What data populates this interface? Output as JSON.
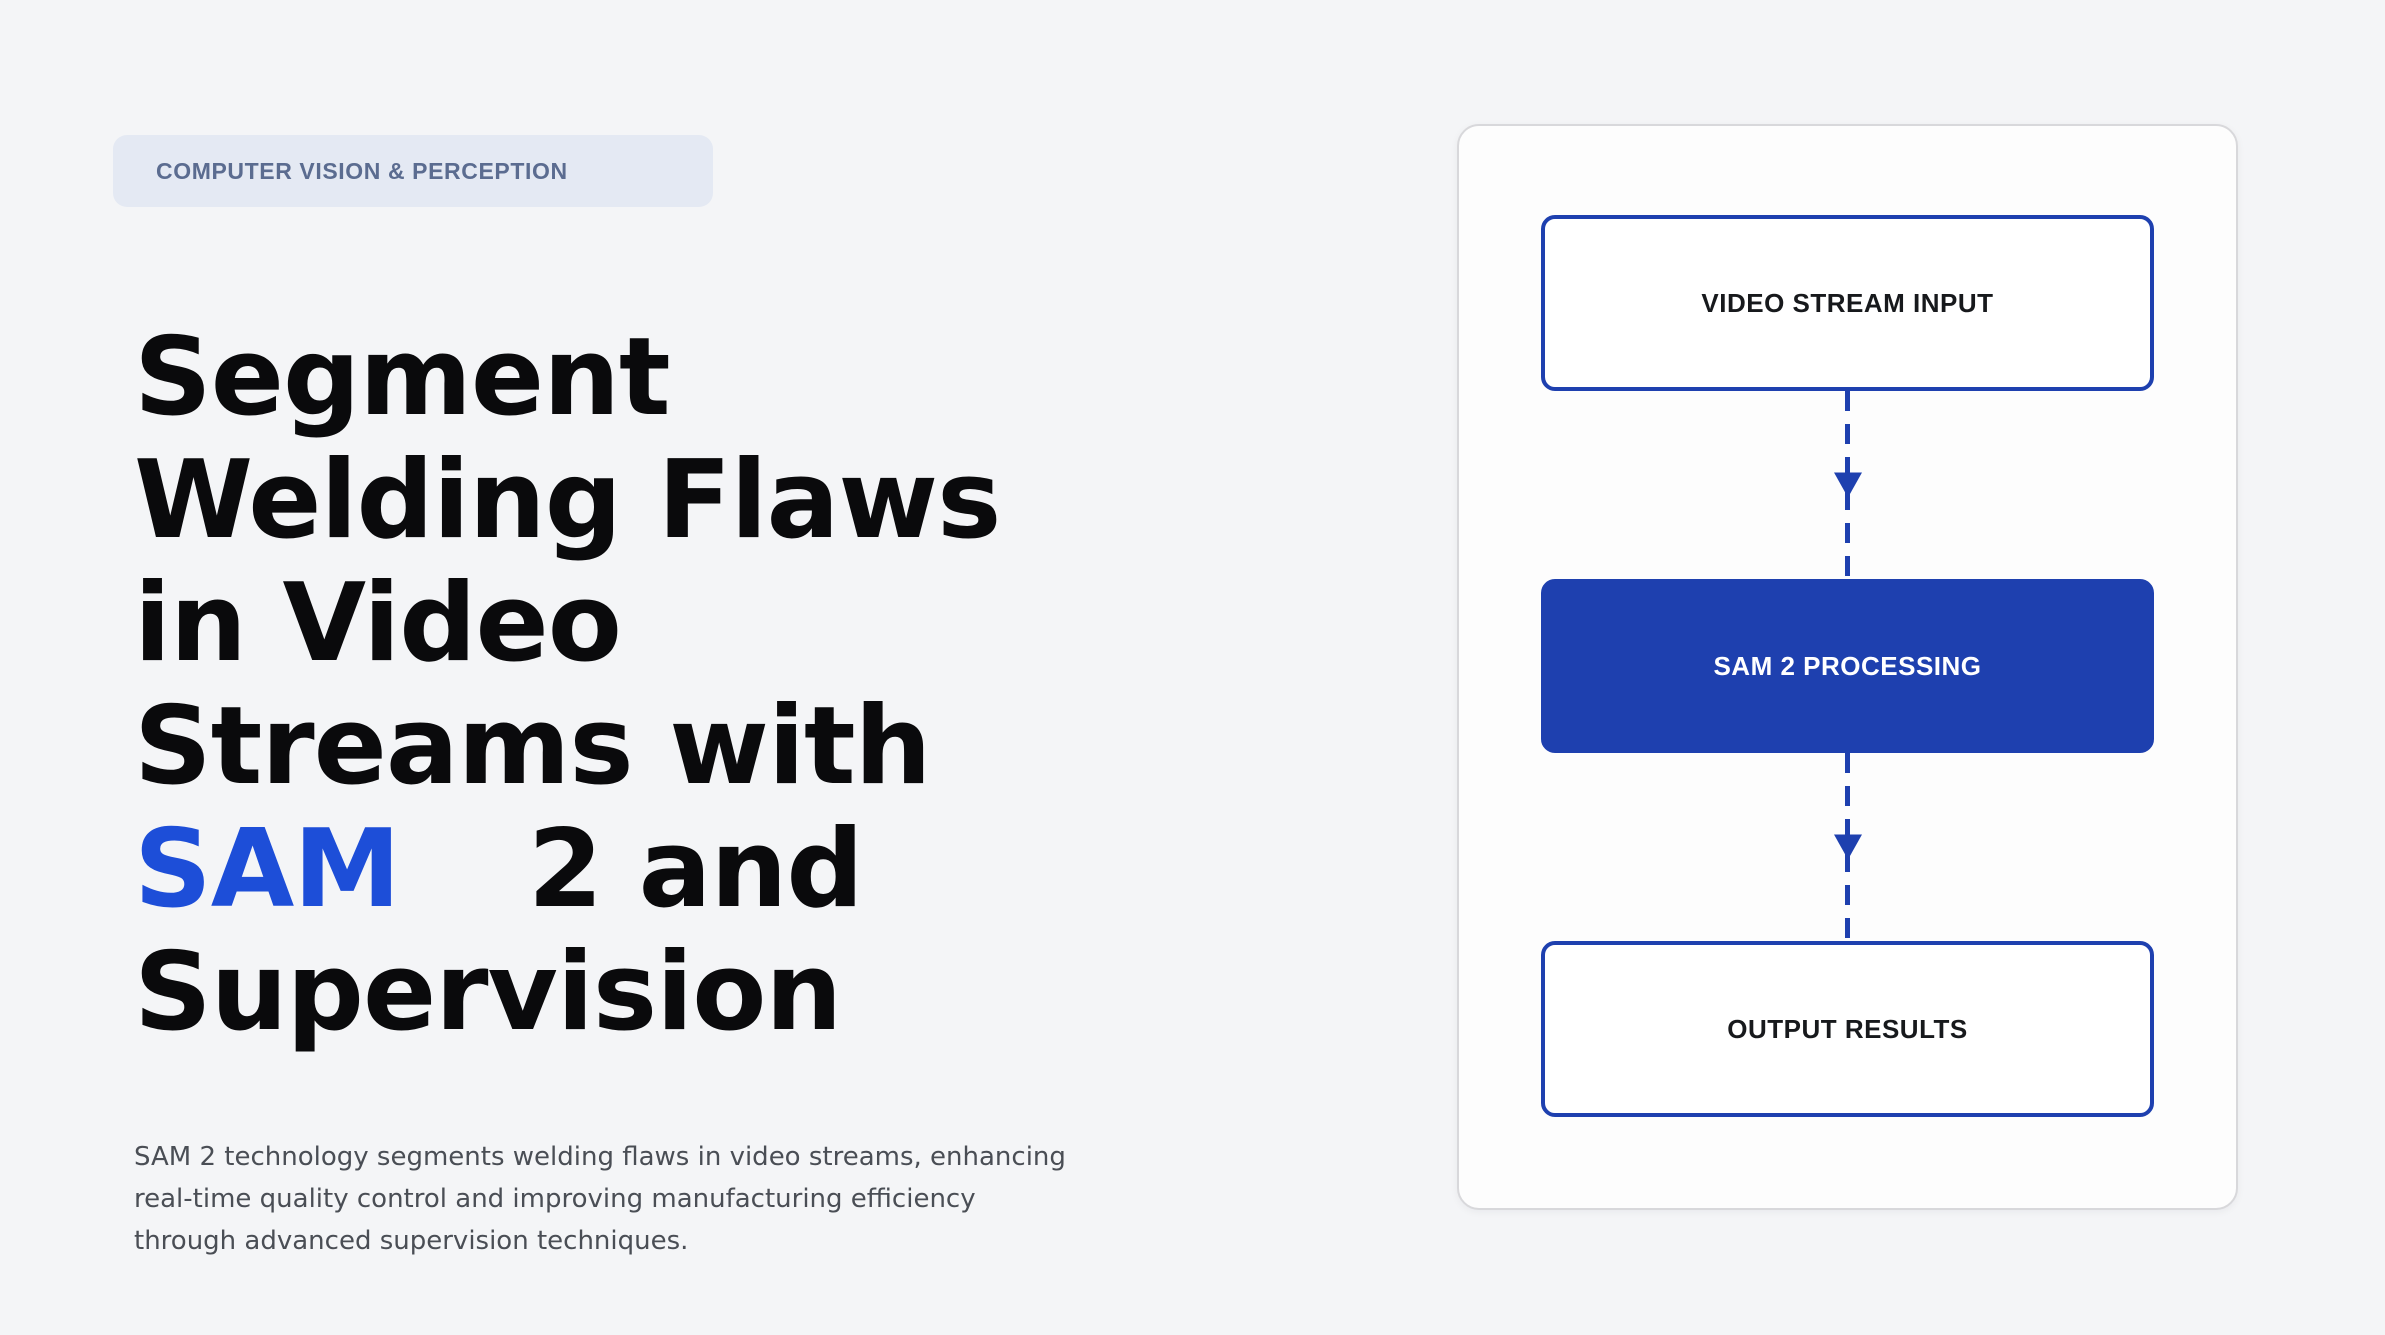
{
  "badge": {
    "label": "COMPUTER VISION & PERCEPTION"
  },
  "heading": {
    "lines": [
      "Segment",
      "Welding Flaws",
      "in Video",
      "Streams with"
    ],
    "highlight": "SAM",
    "highlight_rest": "2 and",
    "final_line": "Supervision"
  },
  "paragraph": {
    "lines": [
      "SAM 2 technology segments welding flaws in video streams, enhancing",
      "real-time quality control and improving manufacturing efficiency",
      "through advanced supervision techniques."
    ]
  },
  "diagram": {
    "nodes": [
      {
        "label": "VIDEO STREAM INPUT",
        "variant": "outline"
      },
      {
        "label": "SAM 2 PROCESSING",
        "variant": "filled"
      },
      {
        "label": "OUTPUT RESULTS",
        "variant": "outline"
      }
    ]
  },
  "colors": {
    "page-bg": "#f4f5f7",
    "badge-bg": "#e4e9f3",
    "badge-text": "#5b6c90",
    "title": "#0a0a0c",
    "highlight": "#1d4ed8",
    "body-text": "#4a4e55",
    "accent": "#1e40af",
    "card-bg": "#fdfdfd",
    "card-border": "#d8d8db",
    "node-text": "#17191c",
    "node-filled-text": "#ffffff"
  }
}
